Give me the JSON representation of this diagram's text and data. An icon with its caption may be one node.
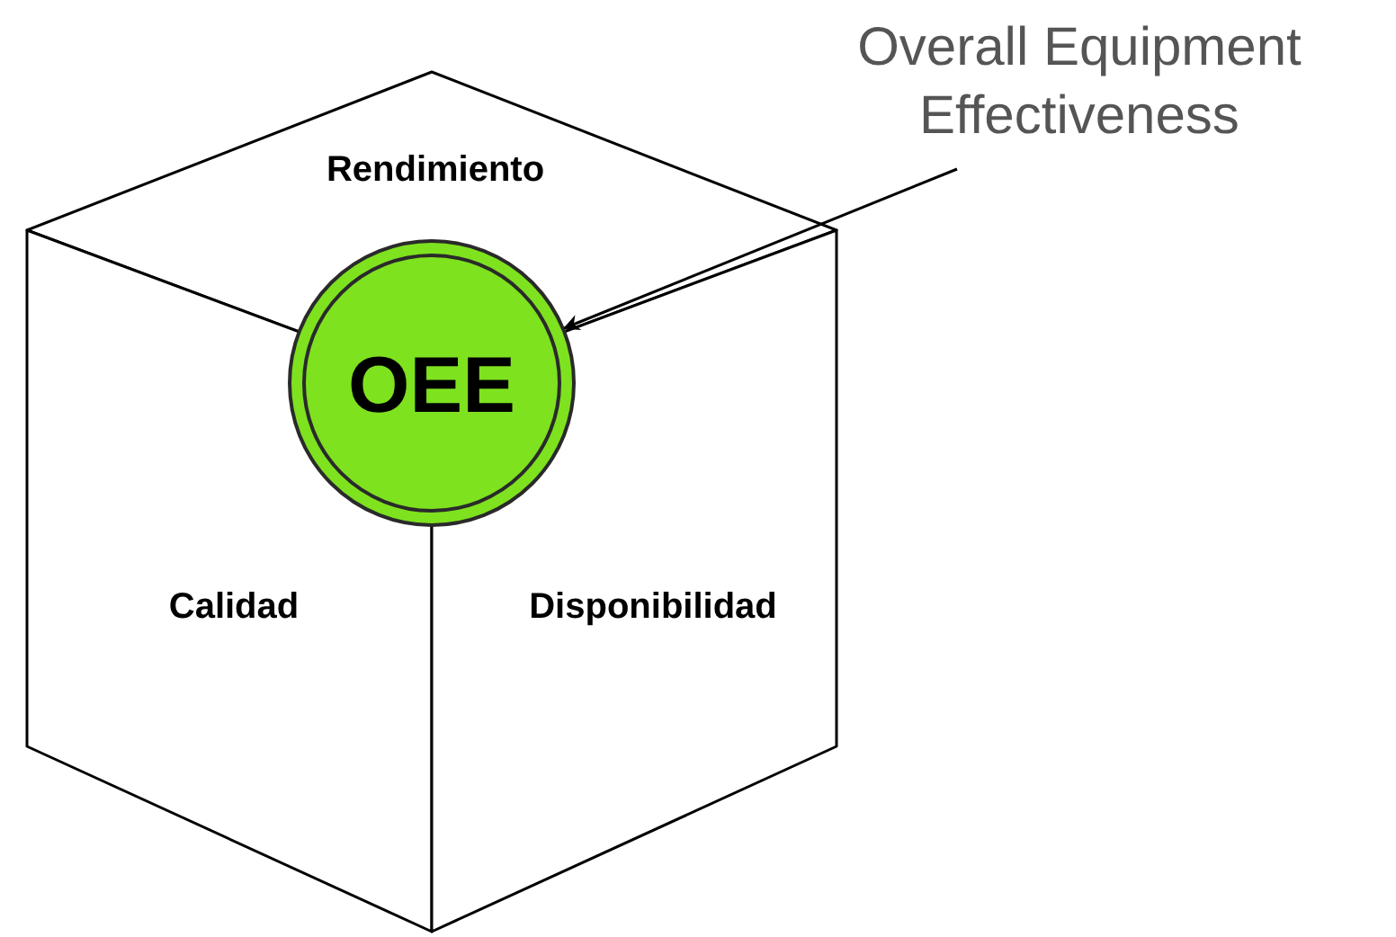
{
  "diagram": {
    "nodes": [
      {
        "text": [
          "Rendimiento"
        ]
      },
      {
        "text": [
          "Calidad"
        ]
      },
      {
        "text": [
          "Disponibilidad"
        ]
      },
      {
        "text": [
          "OEE"
        ]
      },
      {
        "text": [
          "Overall Equipment Effectiveness"
        ]
      }
    ],
    "edges": [
      {
        "from": 4,
        "to": 3,
        "arrow": "to"
      }
    ]
  }
}
